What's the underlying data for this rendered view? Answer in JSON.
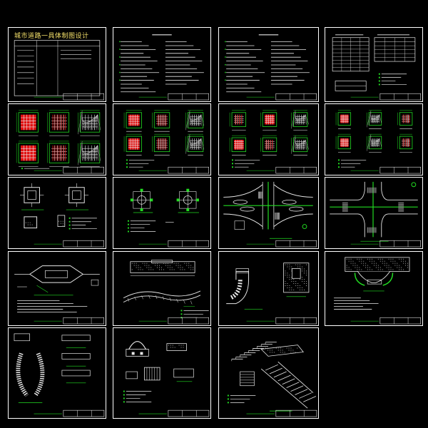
{
  "colors": {
    "background": "#000000",
    "frame": "#ffffff",
    "line": "#e8e8e8",
    "green": "#22dd22",
    "red": "#e01010",
    "yellow": "#f5e16b",
    "hatch": "#cfcfcf"
  },
  "drawing_set": {
    "cover_title": "城市道路一具体制图设计",
    "sheets": [
      {
        "id": "s01",
        "kind": "cover"
      },
      {
        "id": "s02",
        "kind": "notes"
      },
      {
        "id": "s03",
        "kind": "notes"
      },
      {
        "id": "s04",
        "kind": "tables"
      },
      {
        "id": "s05",
        "kind": "paving-grid"
      },
      {
        "id": "s06",
        "kind": "paving-grid"
      },
      {
        "id": "s07",
        "kind": "paving-grid"
      },
      {
        "id": "s08",
        "kind": "paving-grid"
      },
      {
        "id": "s09",
        "kind": "tree-pit"
      },
      {
        "id": "s10",
        "kind": "tree-pit"
      },
      {
        "id": "s11",
        "kind": "intersection-plan"
      },
      {
        "id": "s12",
        "kind": "intersection-plan"
      },
      {
        "id": "s13",
        "kind": "island-plan"
      },
      {
        "id": "s14",
        "kind": "section-details"
      },
      {
        "id": "s15",
        "kind": "curb-details"
      },
      {
        "id": "s16",
        "kind": "ramp-details"
      },
      {
        "id": "s17",
        "kind": "curve-details"
      },
      {
        "id": "s18",
        "kind": "section-details"
      },
      {
        "id": "s19",
        "kind": "stair-perspective"
      }
    ]
  }
}
